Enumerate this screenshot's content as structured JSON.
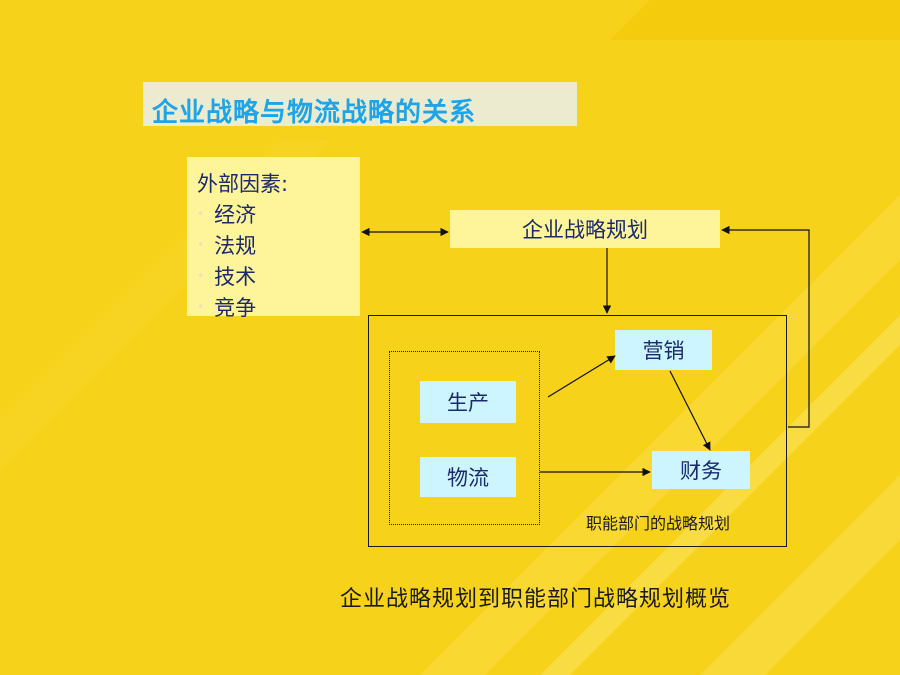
{
  "title": "企业战略与物流战略的关系",
  "external_factors": {
    "heading": "外部因素:",
    "items": [
      "经济",
      "法规",
      "技术",
      "竞争"
    ]
  },
  "nodes": {
    "corporate_planning": "企业战略规划",
    "marketing": "营销",
    "production": "生产",
    "logistics": "物流",
    "finance": "财务"
  },
  "functional_dept_label": "职能部门的战略规划",
  "caption": "企业战略规划到职能部门战略规划概览",
  "colors": {
    "background": "#f7d21a",
    "title_text": "#1ea4e8",
    "box_yellow": "#fef59a",
    "box_cyan": "#ccf5ff",
    "text_dark": "#1a2a6c"
  }
}
